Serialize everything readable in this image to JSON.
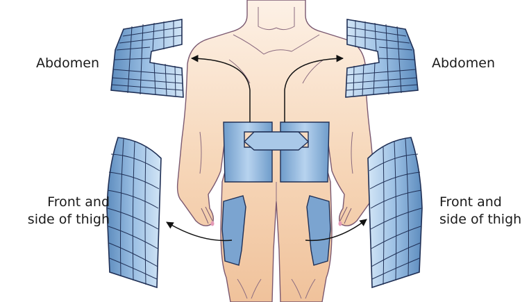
{
  "labels": {
    "abdomen_left": "Abdomen",
    "abdomen_right": "Abdomen",
    "thigh_left": "Front and\nside of thigh",
    "thigh_right": "Front and\nside of thigh"
  },
  "colors": {
    "skin_light": "#fbeadb",
    "skin_dark": "#f3c8a2",
    "outline": "#7a5870",
    "patch_light": "#bcd5ee",
    "patch_dark": "#4f7fb2",
    "grid_line": "#1f2f55",
    "arrow": "#111111"
  }
}
